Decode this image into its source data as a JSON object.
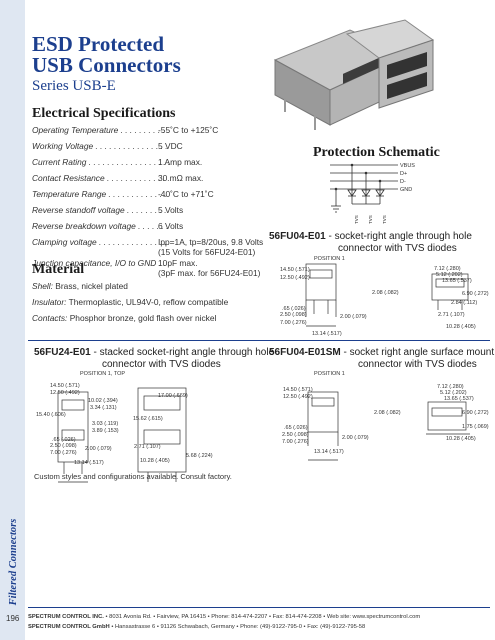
{
  "sidebar": {
    "label": "Filtered Connectors",
    "page_number": "196"
  },
  "header": {
    "title_line1": "ESD Protected",
    "title_line2": "USB Connectors",
    "subtitle": "Series USB-E"
  },
  "electrical": {
    "heading": "Electrical Specifications",
    "rows": [
      {
        "label": "Operating Temperature . . . . . . . . . . .",
        "value": "-55˚C to +125˚C"
      },
      {
        "label": "Working Voltage . . . . . . . . . . . . . . . .",
        "value": "5 VDC"
      },
      {
        "label": "Current Rating . . . . . . . . . . . . . . . . . .",
        "value": "1 Amp max."
      },
      {
        "label": "Contact Resistance . . . . . . . . . . . . . .",
        "value": "30 mΩ max."
      },
      {
        "label": "Temperature Range . . . . . . . . . . . . .",
        "value": "-40˚C to +71˚C"
      },
      {
        "label": "Reverse standoff voltage . . . . . . . . .",
        "value": "5 Volts"
      },
      {
        "label": "Reverse breakdown voltage . . . . . . .",
        "value": "6 Volts"
      },
      {
        "label": "Clamping voltage . . . . . . . . . . . . . . .",
        "value": "Ipp=1A, tp=8/20us, 9.8 Volts",
        "value2": "(15 Volts for 56FU24-E01)"
      },
      {
        "label": "Junction capacitance, I/O to GND . .",
        "value": "10pF max.",
        "value2": "(3pF max. for 56FU24-E01)"
      }
    ]
  },
  "material": {
    "heading": "Material",
    "shell_label": "Shell:",
    "shell_value": "Brass, nickel plated",
    "insulator_label": "Insulator:",
    "insulator_value": "Thermoplastic, UL94V-0, reflow compatible",
    "contacts_label": "Contacts:",
    "contacts_value": "Phosphor bronze, gold flash over nickel"
  },
  "schematic": {
    "heading": "Protection Schematic",
    "lines": [
      "VBUS",
      "D+",
      "D-",
      "GND"
    ],
    "tvs": [
      "TVS",
      "TVS",
      "TVS"
    ]
  },
  "parts": {
    "p1": {
      "code": "56FU04-E01",
      "desc1": "- socket-right angle through hole",
      "desc2": "connector with TVS diodes",
      "position": "POSITION 1",
      "dims": [
        "14.50 (.571)",
        "12.50 (.492)",
        "7.12 (.280)",
        "5.12 (.202)",
        "13.65 (.537)",
        "2.08 (.082)",
        "6.90 (.272)",
        "2.84 (.112)",
        ".65 (.026)",
        "2.50 (.098)",
        "7.00 (.276)",
        "2.00 (.079)",
        "2.71 (.107)",
        "10.28 (.405)",
        "13.14 (.517)"
      ]
    },
    "p2": {
      "code": "56FU24-E01",
      "desc1": "- stacked socket-right angle through hole",
      "desc2": "connector with TVS diodes",
      "position": "POSITION 1, TOP",
      "dims": [
        "14.50 (.571)",
        "12.50 (.492)",
        "15.40 (.606)",
        "10.02 (.394)",
        "3.34 (.131)",
        "3.03 (.119)",
        "3.89 (.153)",
        "17.00 (.669)",
        "15.62 (.615)",
        ".65 (.026)",
        "2.50 (.098)",
        "7.00 (.276)",
        "2.00 (.079)",
        "13.14 (.517)",
        "2.71 (.107)",
        "10.28 (.405)",
        "5.68 (.224)"
      ]
    },
    "p3": {
      "code": "56FU04-E01SM",
      "desc1": "- socket right angle surface mount",
      "desc2": "connector with TVS diodes",
      "position": "POSITION 1",
      "dims": [
        "14.50 (.571)",
        "12.50 (.492)",
        "7.12 (.280)",
        "5.12 (.202)",
        "13.65 (.537)",
        "2.08 (.082)",
        "6.90 (.272)",
        "1.75 (.069)",
        ".65 (.026)",
        "2.50 (.098)",
        "7.00 (.276)",
        "2.00 (.079)",
        "13.14 (.517)",
        "10.28 (.405)"
      ]
    }
  },
  "custom_note": "Custom styles and configurations available. Consult factory.",
  "footer": {
    "line1_company": "SPECTRUM CONTROL INC.",
    "line1_text": "• 8031 Avonia Rd. • Fairview, PA 16415 • Phone: 814-474-2207 • Fax: 814-474-2208 • Web site: www.spectrumcontrol.com",
    "line2_company": "SPECTRUM CONTROL GmbH",
    "line2_text": "• Hansastrasse 6 • 91126 Schwabach, Germany • Phone: (49)-9122-795-0 • Fax: (49)-9122-795-58"
  },
  "colors": {
    "accent": "#1c3f8e",
    "sidebar": "#dfe7f2"
  }
}
